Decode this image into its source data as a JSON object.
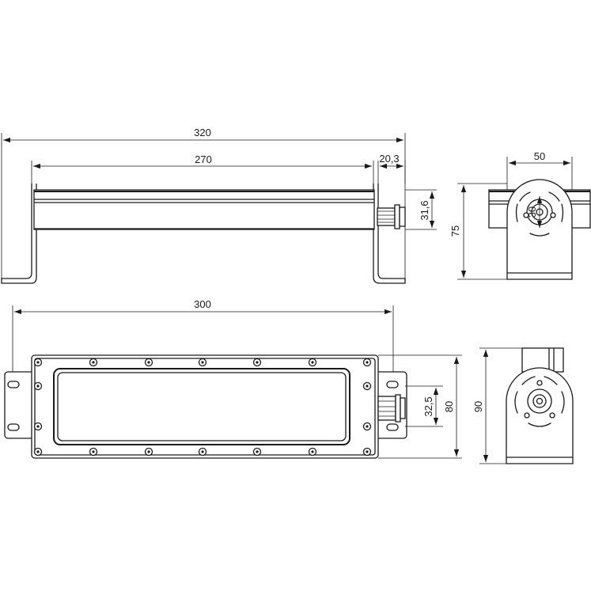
{
  "dimensions": {
    "length_total": "320",
    "length_body": "270",
    "end_offset": "20,3",
    "connector_height": "31,6",
    "side_height": "75",
    "side_width": "50",
    "hole_diameter": "30",
    "length_bottom": "300",
    "connector_height_bottom": "32,5",
    "width_bottom": "80",
    "side_height_bottom": "90"
  }
}
